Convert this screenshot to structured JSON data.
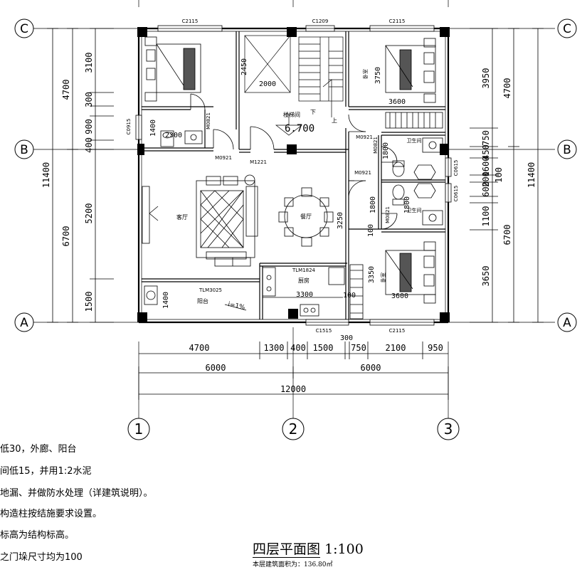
{
  "grid": {
    "rows": [
      "C",
      "B",
      "A"
    ],
    "cols": [
      "1",
      "2",
      "3"
    ]
  },
  "windows": {
    "top_left": "C2115",
    "top_mid": "C1209",
    "top_right": "C2115",
    "bottom_mid": "C1515",
    "bottom_right": "C2115",
    "left_side": "C0915",
    "right_upper": "C0615",
    "right_lower": "C0615"
  },
  "doors": {
    "m0821_a": "M0821",
    "m0921_a": "M0921",
    "m1221": "M1221",
    "m0921_b": "M0921",
    "m0821_b": "M0821",
    "m0921_c": "M0921",
    "m0821_c": "M0821",
    "tlm1824": "TLM1824",
    "tlm3025": "TLM3025"
  },
  "rooms": {
    "stair": "楼梯间",
    "stair_down": "下",
    "stair_up": "上",
    "living": "客厅",
    "dining": "餐厅",
    "kitchen": "厨房",
    "balcony": "阳台",
    "bath_1": "卫生间",
    "bath_2": "卫生间",
    "bedroom_1": "卧室",
    "bedroom_2": "卧室",
    "slope": "i=1%"
  },
  "elevation": "6.700",
  "inner_dims": {
    "d2450": "2450",
    "d2000": "2000",
    "d1400a": "1400",
    "d2300": "2300",
    "d3750": "3750",
    "d3600a": "3600",
    "d1800a": "1800",
    "d1800b": "1800",
    "d1800c": "1800",
    "d3250": "3250",
    "d100": "100",
    "d3350": "3350",
    "d3300": "3300",
    "d1400b": "1400",
    "d3600b": "3600",
    "d100b": "100",
    "d300": "300"
  },
  "left_dims": {
    "outer": [
      "4700",
      "6700",
      "11400"
    ],
    "inner": [
      "3100",
      "300",
      "900",
      "400",
      "5200",
      "1500"
    ]
  },
  "right_dims": {
    "outer": [
      "4700",
      "6700",
      "11400"
    ],
    "inner": [
      "3950",
      "750",
      "450",
      "1600",
      "200",
      "600",
      "100",
      "1100",
      "3650"
    ]
  },
  "bottom_dims": {
    "row1": [
      "4700",
      "1300",
      "400",
      "1500",
      "750",
      "2100",
      "950"
    ],
    "row2": [
      "6000",
      "6000"
    ],
    "total": "12000"
  },
  "notes": [
    "低30，外廊、阳台",
    "间低15，并用1:2水泥",
    "地漏、并做防水处理（详建筑说明）。",
    "构造柱按结施要求设置。",
    "标高为结构标高。",
    "之门垛尺寸均为100"
  ],
  "title": {
    "name": "四层平面图",
    "scale": "1:100",
    "area": "本层建筑面积为：136.80㎡"
  }
}
